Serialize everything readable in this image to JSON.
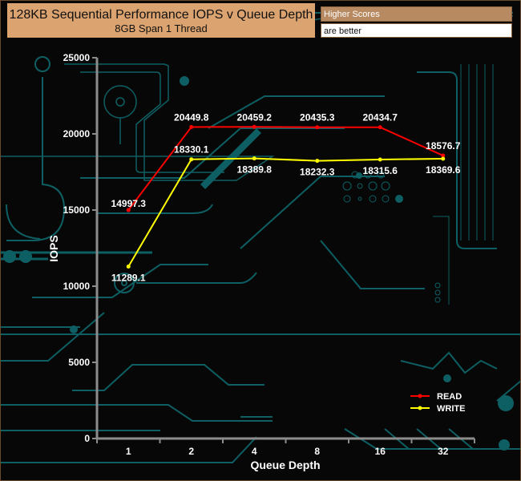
{
  "header": {
    "title": "128KB Sequential Performance IOPS v Queue Depth",
    "subtitle": "8GB Span 1 Thread",
    "badge_top": "Higher Scores",
    "badge_bottom": "are better"
  },
  "colors": {
    "read": "#ff0000",
    "write": "#ffff00",
    "axis": "#8c8c8c",
    "trace": "#0e5f63"
  },
  "chart_data": {
    "type": "line",
    "title": "128KB Sequential Performance IOPS v Queue Depth",
    "subtitle": "8GB Span 1 Thread",
    "xlabel": "Queue Depth",
    "ylabel": "IOPS",
    "categories": [
      "1",
      "2",
      "4",
      "8",
      "16",
      "32"
    ],
    "ylim": [
      0,
      25000
    ],
    "yticks": [
      0,
      5000,
      10000,
      15000,
      20000,
      25000
    ],
    "grid": false,
    "legend_position": "bottom-right",
    "series": [
      {
        "name": "READ",
        "values": [
          14997.3,
          20449.8,
          20459.2,
          20435.3,
          20434.7,
          18576.7
        ],
        "labels": [
          "14997.3",
          "20449.8",
          "20459.2",
          "20435.3",
          "20434.7",
          "18576.7"
        ]
      },
      {
        "name": "WRITE",
        "values": [
          11289.1,
          18330.1,
          18389.8,
          18232.3,
          18315.6,
          18369.6
        ],
        "labels": [
          "11289.1",
          "18330.1",
          "18389.8",
          "18232.3",
          "18315.6",
          "18369.6"
        ]
      }
    ]
  }
}
